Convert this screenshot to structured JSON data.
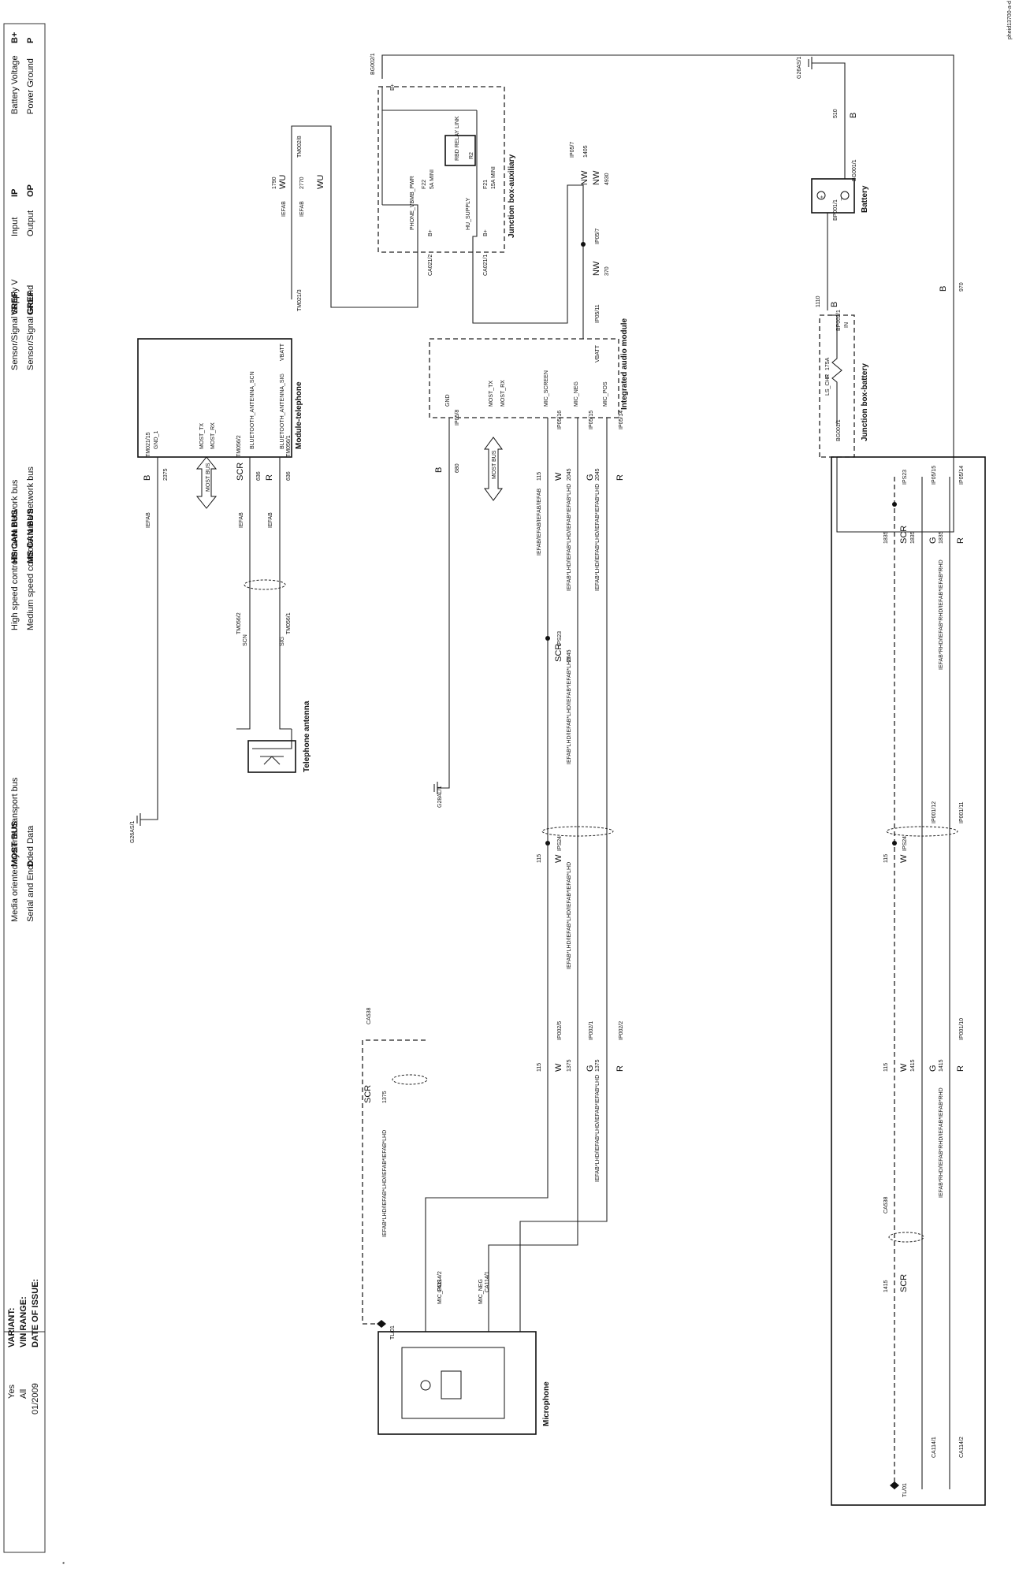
{
  "doc_code": "pheid13700-a-d",
  "components": {
    "battery": "Battery",
    "jb_battery": "Junction box-battery",
    "jb_aux": "Junction box-auxiliary",
    "iam": "Integrated audio module",
    "mod_tel": "Module-telephone",
    "tel_ant": "Telephone antenna",
    "mic": "Microphone"
  },
  "grounds": {
    "g1": "G26AS/1",
    "g2": "G28AL/1",
    "g3": "G26AS/1"
  },
  "battery": {
    "b_conn": "BG001/1",
    "b_color": "B",
    "b_circ": "510",
    "p_conn": "BP001/1",
    "p_color": "B",
    "p_circ": "1110",
    "jb_in": "BP002/1",
    "jb_out": "BG001/1",
    "fuse_amp": "175A",
    "fuse_id": "LS_CHF",
    "fuse_r": "R",
    "jb_in_lbl": "IN",
    "feed_color": "B",
    "feed_circ": "970"
  },
  "jb_aux": {
    "bp_conn": "BG002/1",
    "bp_lbl": "B+",
    "relay_label": "RBD RELAY LINK",
    "relay_id": "R2",
    "f21": "F21",
    "f21_rating": "15A MINI",
    "f22": "F22",
    "f22_rating": "5A MINI",
    "out1_lbl": "B+",
    "out1_pin": "HU_SUPPLY",
    "out1_conn": "CA021/1",
    "out2_lbl": "B+",
    "out2_pin": "PHONE_VBMB_PWR",
    "out2_conn": "CA021/2"
  },
  "iam_wires": {
    "nw1_conn": "IP05/7",
    "nw1_color": "NW",
    "nw1_circ": "4930",
    "nw2_color": "NW",
    "nw2_circ": "1405",
    "nw_splice": "IP05/7",
    "nw3_color": "NW",
    "nw3_circ": "370",
    "vbatt_conn": "IP05/11",
    "vbatt_pin": "VBATT",
    "pins": [
      "MIC_POS",
      "MIC_NEG",
      "MIC_SCREEN",
      "MOST_RX",
      "MOST_TX",
      "GND"
    ],
    "most_bus": "MOST BUS",
    "gnd_conn": "IP05/8",
    "gnd_color": "B",
    "gnd_circ": "680"
  },
  "tel_wires": {
    "wu1_color": "WU",
    "wu1_circ": "2770",
    "wu1_harness": "IEFAB",
    "wu2_conn": "TM002/8",
    "wu2_color": "WU",
    "wu2_circ": "1790",
    "wu2_harness": "IEFAB",
    "vbatt_conn": "TM021/3",
    "vbatt_pin": "VBATT",
    "pins": [
      "BLUETOOTH_ANTENNA_SIG",
      "BLUETOOTH_ANTENNA_SCN",
      "MOST_RX",
      "MOST_TX",
      "GND_1"
    ],
    "most_bus": "MOST BUS",
    "sig_conn": "TM056/1",
    "sig_color": "R",
    "sig_circ": "636",
    "sig_harness": "IEFAB",
    "scn_conn": "TM056/2",
    "scn_color": "SCR",
    "scn_circ": "636",
    "scn_harness": "IEFAB",
    "gnd_conn": "TM021/15",
    "gnd_color": "B",
    "gnd_circ": "2375",
    "gnd_harness": "IEFAB",
    "ant_sig_conn": "TM056/1",
    "ant_sig_pin": "SIG",
    "ant_scn_conn": "TM056/2",
    "ant_scn_pin": "SCN"
  },
  "mic_wires": {
    "r1_conn": "IP05/14",
    "r1_color": "R",
    "r1_circ": "2045",
    "r1_harness": "IEFAB*LHD/IEFAB*LHD/IEFAB*IEFAB*LHD",
    "g1_conn": "IP05/15",
    "g1_color": "G",
    "g1_circ": "2045",
    "g1_harness": "IEFAB*LHD/IEFAB*LHD/IEFAB*IEFAB*LHD",
    "w1_conn": "IP05/16",
    "w1_color": "W",
    "w1_circ": "115",
    "w1_harness": "IEFAB/IEFAB/IEFAB/IEFAB",
    "s1_conn": "IPS23",
    "s1_color": "SCR",
    "s1_circ": "2045",
    "s1_harness": "IEFAB*LHD/IEFAB*LHD/IEFAB*IEFAB*LHD",
    "s2_conn": "IPS24",
    "s2_color": "W",
    "s2_circ": "115",
    "s2_harness": "IEFAB*LHD/IEFAB*LHD/IEFAB*IEFAB*LHD",
    "r2_conn": "IP002/2",
    "r2_color": "R",
    "r2_circ": "1375",
    "g2_conn": "IP002/1",
    "g2_color": "G",
    "g2_circ": "1375",
    "w2_conn": "IP002/5",
    "w2_color": "W",
    "w2_circ": "115",
    "h2_harness": "IEFAB*LHD/IEFAB*LHD/IEFAB*IEFAB*LHD",
    "scr2_conn": "CA538",
    "scr2_color": "SCR",
    "scr2_circ": "1375",
    "scr2_harness": "IEFAB*LHD/IEFAB*LHD/IEFAB*IEFAB*LHD",
    "mic_pos_conn": "CA114/2",
    "mic_pos_pin": "MIC_POS",
    "mic_neg_conn": "CA114/1",
    "mic_neg_pin": "MIC_NEG",
    "mic_tl": "TL/01"
  },
  "rhd_wires": {
    "r1_conn": "IP05/14",
    "r1_color": "R",
    "r1_circ": "1835",
    "g1_conn": "IP05/15",
    "g1_color": "G",
    "g1_circ": "1835",
    "s1_conn": "IPS23",
    "s1_color": "SCR",
    "s1_circ": "1835",
    "h1_harness": "IEFAB*RHD/IEFAB*RHD/IEFAB*IEFAB*RHD",
    "r2_conn": "IP001/11",
    "g2_conn": "IP001/12",
    "s2_conn": "IPS24",
    "s2_color": "W",
    "s2_circ": "115",
    "r3_conn": "IP001/10",
    "r3_color": "R",
    "r3_circ": "1415",
    "g3_color": "G",
    "g3_circ": "1415",
    "w3_color": "W",
    "w3_circ": "115",
    "h3_harness": "IEFAB*RHD/IEFAB*RHD/IEFAB*IEFAB*RHD",
    "scr4_conn": "CA538",
    "scr4_color": "SCR",
    "scr4_circ": "1415",
    "end_pos_conn": "CA114/2",
    "end_neg_conn": "CA114/1",
    "end_tl": "TL/01"
  },
  "legend": [
    {
      "k": "B+",
      "v": "Battery Voltage"
    },
    {
      "k": "P",
      "v": "Power Ground"
    },
    {
      "k": "IP",
      "v": "Input"
    },
    {
      "k": "OP",
      "v": "Output"
    },
    {
      "k": "VREF",
      "v": "Sensor/Signal Supply V"
    },
    {
      "k": "GREF",
      "v": "Sensor/Signal Ground"
    },
    {
      "k": "HS CAN BUS",
      "v": "High speed controller area network bus"
    },
    {
      "k": "MS CAN BUS",
      "v": "Medium speed controller area network bus"
    },
    {
      "k": "MOST BUS",
      "v": "Media oriented systems transport bus"
    },
    {
      "k": "D",
      "v": "Serial and Encoded Data"
    }
  ],
  "meta": {
    "variant_k": "VARIANT:",
    "variant_v": "Yes",
    "vin_k": "VIN RANGE:",
    "vin_v": "All",
    "date_k": "DATE OF ISSUE:",
    "date_v": "01/2009"
  },
  "footnote": "*"
}
